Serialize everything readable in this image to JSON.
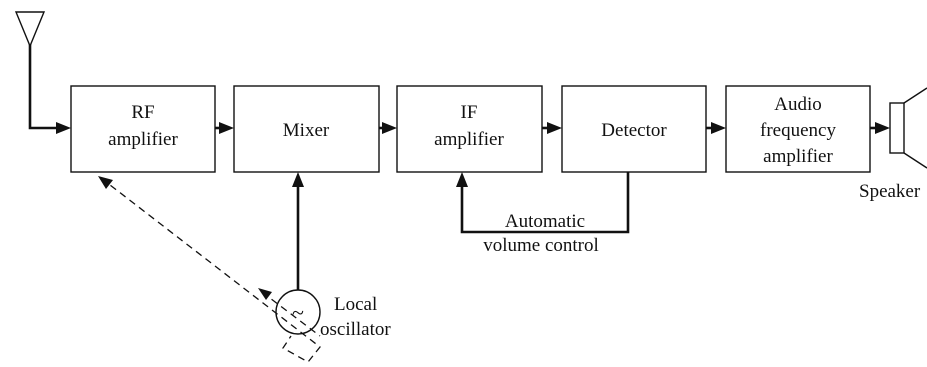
{
  "blocks": {
    "rf_amplifier": [
      "RF",
      "amplifier"
    ],
    "mixer": [
      "Mixer"
    ],
    "if_amplifier": [
      "IF",
      "amplifier"
    ],
    "detector": [
      "Detector"
    ],
    "audio_amplifier": [
      "Audio",
      "frequency",
      "amplifier"
    ]
  },
  "labels": {
    "speaker": "Speaker",
    "avc": [
      "Automatic",
      "volume control"
    ],
    "local_oscillator": [
      "Local",
      "oscillator"
    ],
    "oscillator_symbol": "~"
  }
}
